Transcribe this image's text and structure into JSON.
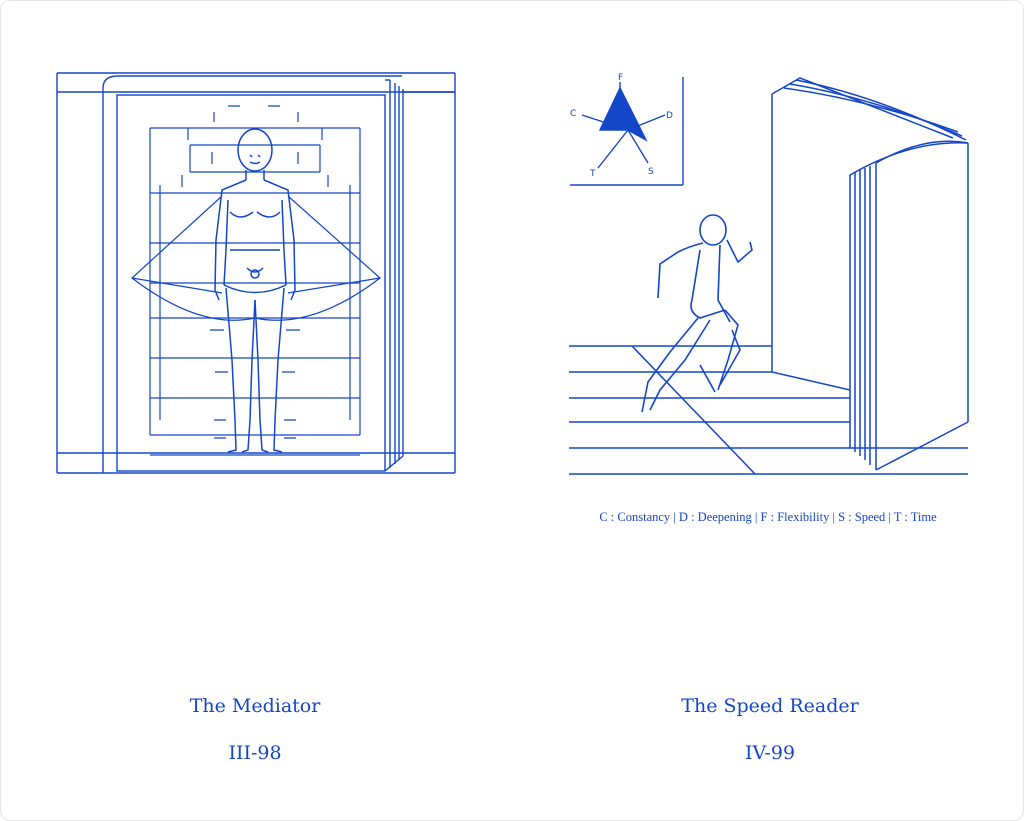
{
  "artworks": [
    {
      "title": "The Mediator",
      "code": "III-98"
    },
    {
      "title": "The Speed Reader",
      "code": "IV-99"
    }
  ],
  "compass": {
    "labels": [
      "F",
      "D",
      "S",
      "T",
      "C"
    ]
  },
  "legend": "C : Constancy | D : Deepening | F : Flexibility | S : Speed | T : Time",
  "colors": {
    "ink": "#1446c8",
    "background": "#ffffff"
  }
}
